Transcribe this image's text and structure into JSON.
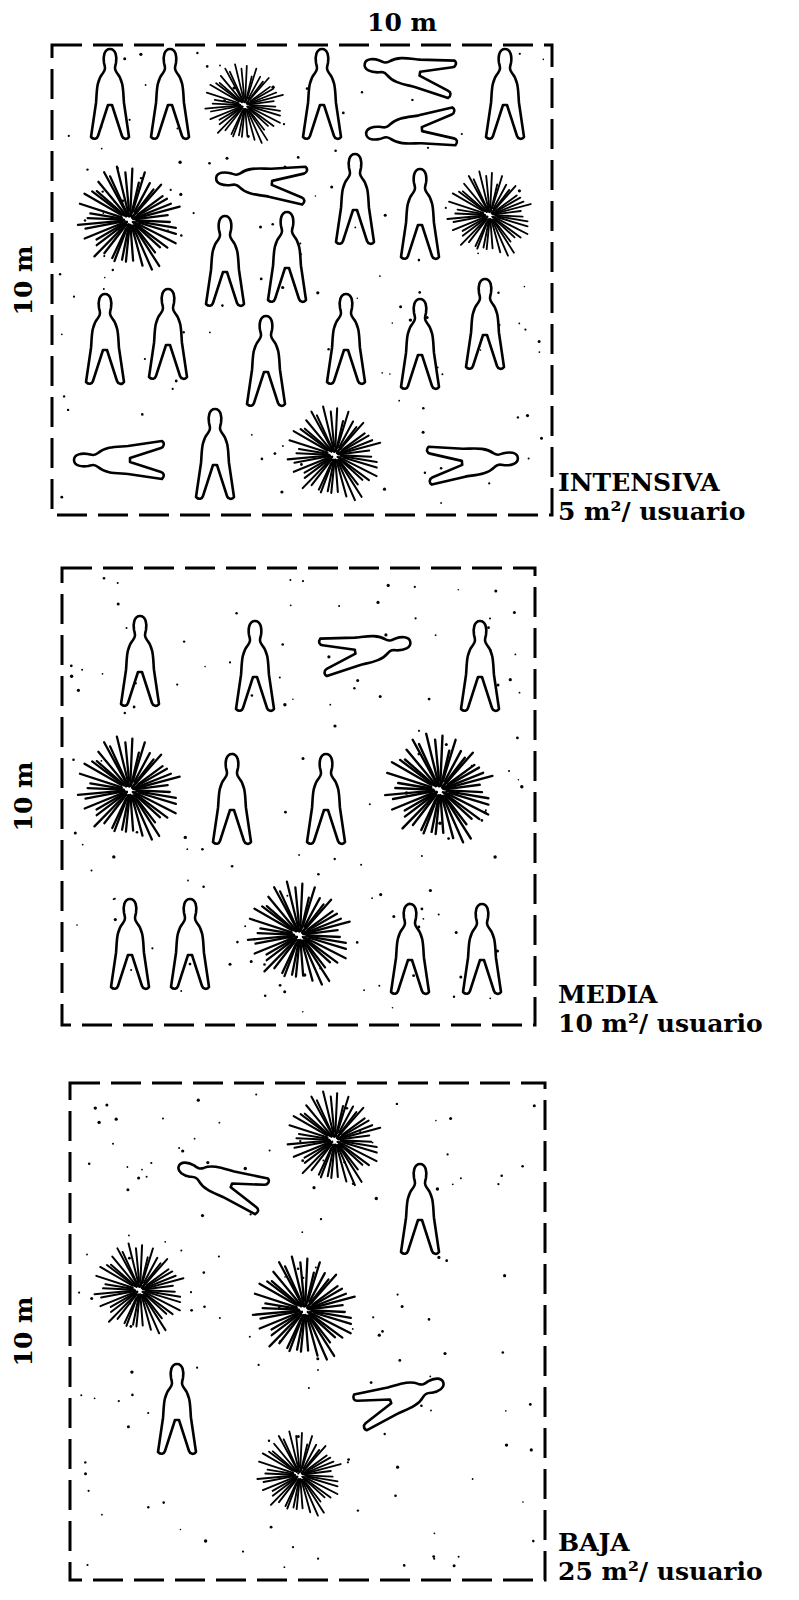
{
  "diagram": {
    "labels": [
      "10 m",
      "10 m",
      "INTENSIVA",
      "5 m²/ usuario",
      "10 m",
      "MEDIA",
      "10 m²/ usuario",
      "10 m",
      "BAJA",
      "25 m²/ usuario"
    ]
  }
}
